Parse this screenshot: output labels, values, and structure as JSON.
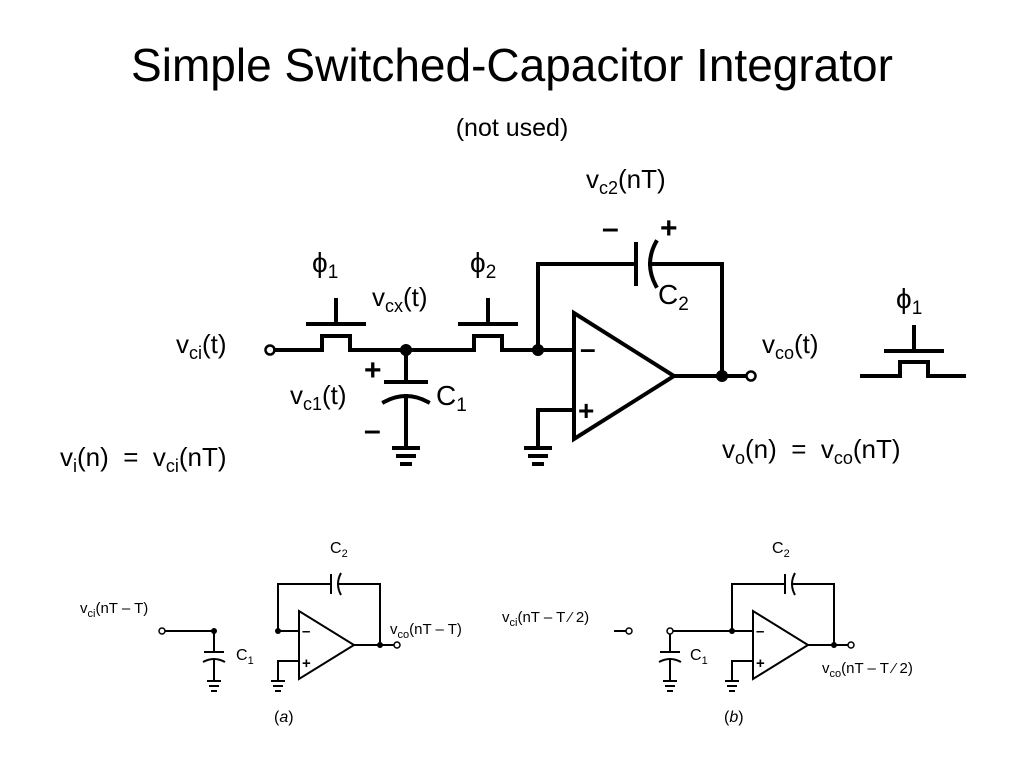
{
  "title": "Simple Switched-Capacitor Integrator",
  "subtitle": "(not used)",
  "main": {
    "vc2": {
      "main": "v",
      "sub": "c2",
      "rest": "(nT)"
    },
    "minus": "–",
    "plus": "+",
    "phi1": {
      "main": "ϕ",
      "sub": "1"
    },
    "phi2": {
      "main": "ϕ",
      "sub": "2"
    },
    "vcx": {
      "main": "v",
      "sub": "cx",
      "rest": "(t)"
    },
    "vci": {
      "main": "v",
      "sub": "ci",
      "rest": "(t)"
    },
    "vc1": {
      "main": "v",
      "sub": "c1",
      "rest": "(t)"
    },
    "c1": {
      "main": "C",
      "sub": "1"
    },
    "c2": {
      "main": "C",
      "sub": "2"
    },
    "vco": {
      "main": "v",
      "sub": "co",
      "rest": "(t)"
    },
    "phi1_right": {
      "main": "ϕ",
      "sub": "1"
    },
    "vi_eq": {
      "p1": "v",
      "s1": "i",
      "p2": "(n)  =  v",
      "s2": "ci",
      "p3": "(nT)"
    },
    "vo_eq": {
      "p1": "v",
      "s1": "o",
      "p2": "(n)  =  v",
      "s2": "co",
      "p3": "(nT)"
    }
  },
  "sub_a": {
    "c2": {
      "main": "C",
      "sub": "2"
    },
    "c1": {
      "main": "C",
      "sub": "1"
    },
    "in": {
      "main": "v",
      "sub": "ci",
      "rest": "(nT – T)"
    },
    "out": {
      "main": "v",
      "sub": "co",
      "rest": "(nT – T)"
    },
    "minus": "–",
    "plus": "+",
    "caption_open": "(",
    "caption_letter": "a",
    "caption_close": ")"
  },
  "sub_b": {
    "c2": {
      "main": "C",
      "sub": "2"
    },
    "c1": {
      "main": "C",
      "sub": "1"
    },
    "in": {
      "main": "v",
      "sub": "ci",
      "rest": "(nT – T ⁄ 2)"
    },
    "out": {
      "main": "v",
      "sub": "co",
      "rest": "(nT – T ⁄ 2)"
    },
    "minus": "–",
    "plus": "+",
    "caption_open": "(",
    "caption_letter": "b",
    "caption_close": ")"
  }
}
